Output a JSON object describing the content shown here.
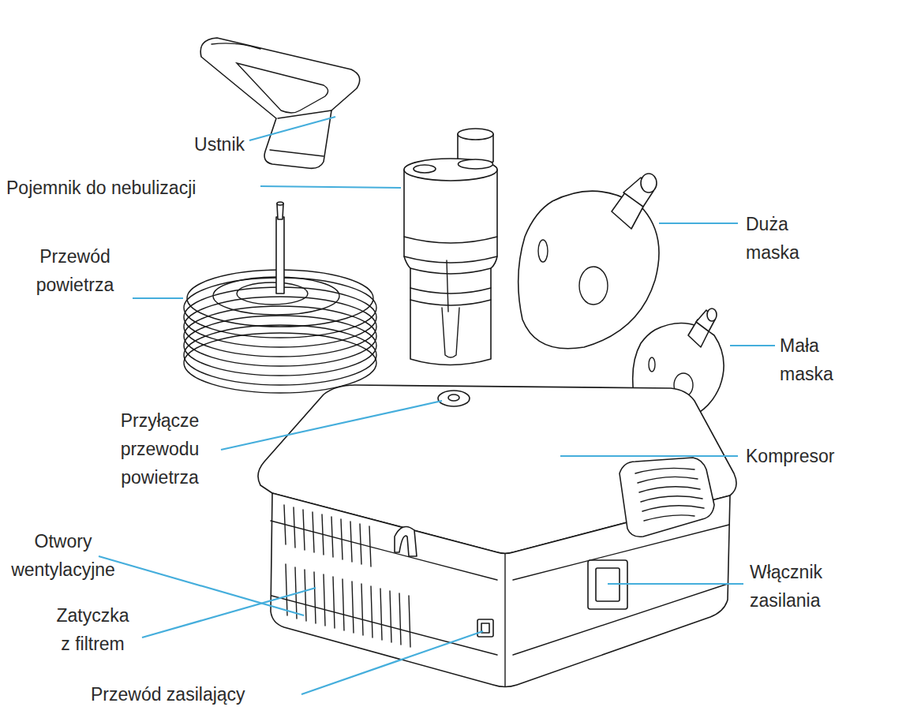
{
  "diagram": {
    "labels": [
      "Ustnik",
      "Pojemnik do nebulizacji",
      "Przewód powietrza",
      "Duża maska",
      "Mała maska",
      "Przyłącze przewodu powietrza",
      "Kompresor",
      "Otwory wentylacyjne",
      "Zatyczka z filtrem",
      "Włącznik zasilania",
      "Przewód zasilający"
    ]
  }
}
